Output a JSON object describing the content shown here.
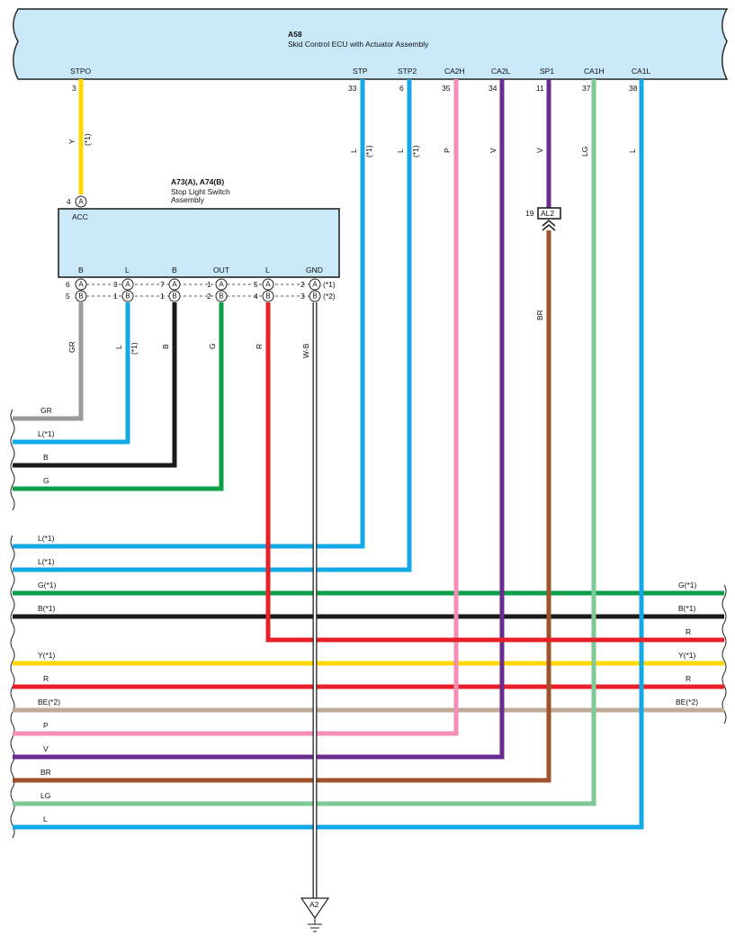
{
  "ecu": {
    "code": "A58",
    "name": "Skid Control ECU with Actuator Assembly",
    "pins": [
      {
        "label": "STPO",
        "number": "3"
      },
      {
        "label": "STP",
        "number": "33"
      },
      {
        "label": "STP2",
        "number": "6"
      },
      {
        "label": "CA2H",
        "number": "35"
      },
      {
        "label": "CA2L",
        "number": "34"
      },
      {
        "label": "SP1",
        "number": "11"
      },
      {
        "label": "CA1H",
        "number": "37"
      },
      {
        "label": "CA1L",
        "number": "38"
      }
    ]
  },
  "switch": {
    "codes": "A73(A), A74(B)",
    "name_line1": "Stop Light Switch",
    "name_line2": "Assembly",
    "acc_label": "ACC",
    "acc_pin": "4",
    "acc_connector": "A",
    "pins": [
      "B",
      "L",
      "B",
      "OUT",
      "L",
      "GND"
    ],
    "row_a": [
      {
        "pin": "6",
        "conn": "A"
      },
      {
        "pin": "3",
        "conn": "A"
      },
      {
        "pin": "7",
        "conn": "A"
      },
      {
        "pin": "1",
        "conn": "A"
      },
      {
        "pin": "5",
        "conn": "A"
      },
      {
        "pin": "2",
        "conn": "A"
      }
    ],
    "row_b": [
      {
        "pin": "5",
        "conn": "B"
      },
      {
        "pin": "1",
        "conn": "B"
      },
      {
        "pin": "1",
        "conn": "B"
      },
      {
        "pin": "2",
        "conn": "B"
      },
      {
        "pin": "4",
        "conn": "B"
      },
      {
        "pin": "3",
        "conn": "B"
      }
    ],
    "note_a": "(*1)",
    "note_b": "(*2)"
  },
  "junction": {
    "code": "AL2",
    "pin": "19"
  },
  "ground": {
    "code": "A2"
  },
  "wire_labels": {
    "stpo": "Y",
    "stpo_note": "(*1)",
    "stp": "L",
    "stp_note": "(*1)",
    "stp2": "L",
    "stp2_note": "(*1)",
    "ca2h": "P",
    "ca2l": "V",
    "sp1": "V",
    "ca1h": "LG",
    "ca1l": "L",
    "al2_br": "BR",
    "sw_gr": "GR",
    "sw_l": "L",
    "sw_l_note": "(*1)",
    "sw_b": "B",
    "sw_g": "G",
    "sw_r": "R",
    "sw_wb": "W-B"
  },
  "left_wires": [
    {
      "label": "GR",
      "color": "#9a9a9a"
    },
    {
      "label": "L(*1)",
      "color": "#13a9e6"
    },
    {
      "label": "B",
      "color": "#1a1a1a"
    },
    {
      "label": "G",
      "color": "#0d9e4a"
    }
  ],
  "bus_wires": [
    {
      "left": "L(*1)",
      "right": "",
      "color": "#13a9e6"
    },
    {
      "left": "L(*1)",
      "right": "",
      "color": "#13a9e6"
    },
    {
      "left": "G(*1)",
      "right": "G(*1)",
      "color": "#0d9e4a"
    },
    {
      "left": "B(*1)",
      "right": "B(*1)",
      "color": "#1a1a1a"
    },
    {
      "left": "",
      "right": "R",
      "color": "#e8202a"
    },
    {
      "left": "Y(*1)",
      "right": "Y(*1)",
      "color": "#ffd800"
    },
    {
      "left": "R",
      "right": "R",
      "color": "#e8202a"
    },
    {
      "left": "BE(*2)",
      "right": "BE(*2)",
      "color": "#c0ab97"
    },
    {
      "left": "P",
      "right": "",
      "color": "#f48db8"
    },
    {
      "left": "V",
      "right": "",
      "color": "#6b2a8f"
    },
    {
      "left": "BR",
      "right": "",
      "color": "#a0522d"
    },
    {
      "left": "LG",
      "right": "",
      "color": "#7ec996"
    },
    {
      "left": "L",
      "right": "",
      "color": "#13a9e6"
    }
  ],
  "colors": {
    "ecu_fill": "#c9e9f8",
    "switch_fill": "#c9e9f8",
    "yellow": "#ffd800",
    "blue": "#13a9e6",
    "pink": "#f48db8",
    "violet": "#6b2a8f",
    "brown": "#a0522d",
    "light_green": "#7ec996",
    "green": "#0d9e4a",
    "gray": "#9a9a9a",
    "black": "#1a1a1a",
    "red": "#e8202a",
    "beige": "#c0ab97"
  }
}
